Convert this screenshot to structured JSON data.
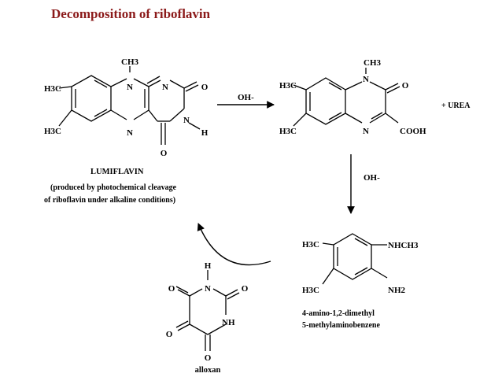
{
  "title": "Decomposition of riboflavin",
  "colors": {
    "title": "#8b1a1a",
    "ink": "#000000",
    "background": "#ffffff"
  },
  "lumiflavin": {
    "atoms": {
      "ch3": "CH3",
      "h3c_top": "H3C",
      "h3c_bottom": "H3C",
      "n1": "N",
      "n2": "N",
      "n3": "N",
      "n4": "N",
      "o_right": "O",
      "o_bottom": "O",
      "h": "H"
    },
    "name": "LUMIFLAVIN",
    "note_line1": "(produced by photochemical cleavage",
    "note_line2": "of riboflavin under alkaline conditions)"
  },
  "arrow1_label": "OH-",
  "product1": {
    "atoms": {
      "ch3": "CH3",
      "h3c_top": "H3C",
      "h3c_bottom": "H3C",
      "n_top": "N",
      "n_bottom": "N",
      "o": "O",
      "cooh": "COOH"
    },
    "plus_urea": "+ UREA"
  },
  "arrow2_label": "OH-",
  "product2": {
    "atoms": {
      "h3c_top": "H3C",
      "h3c_bottom": "H3C",
      "nhch3": "NHCH3",
      "nh2": "NH2"
    },
    "name_line1": "4-amino-1,2-dimethyl",
    "name_line2": "5-methylaminobenzene"
  },
  "alloxan": {
    "atoms": {
      "h": "H",
      "n_top": "N",
      "nh": "NH",
      "o_left_top": "O",
      "o_right": "O",
      "o_left_bottom": "O",
      "o_bottom": "O"
    },
    "name": "alloxan"
  }
}
